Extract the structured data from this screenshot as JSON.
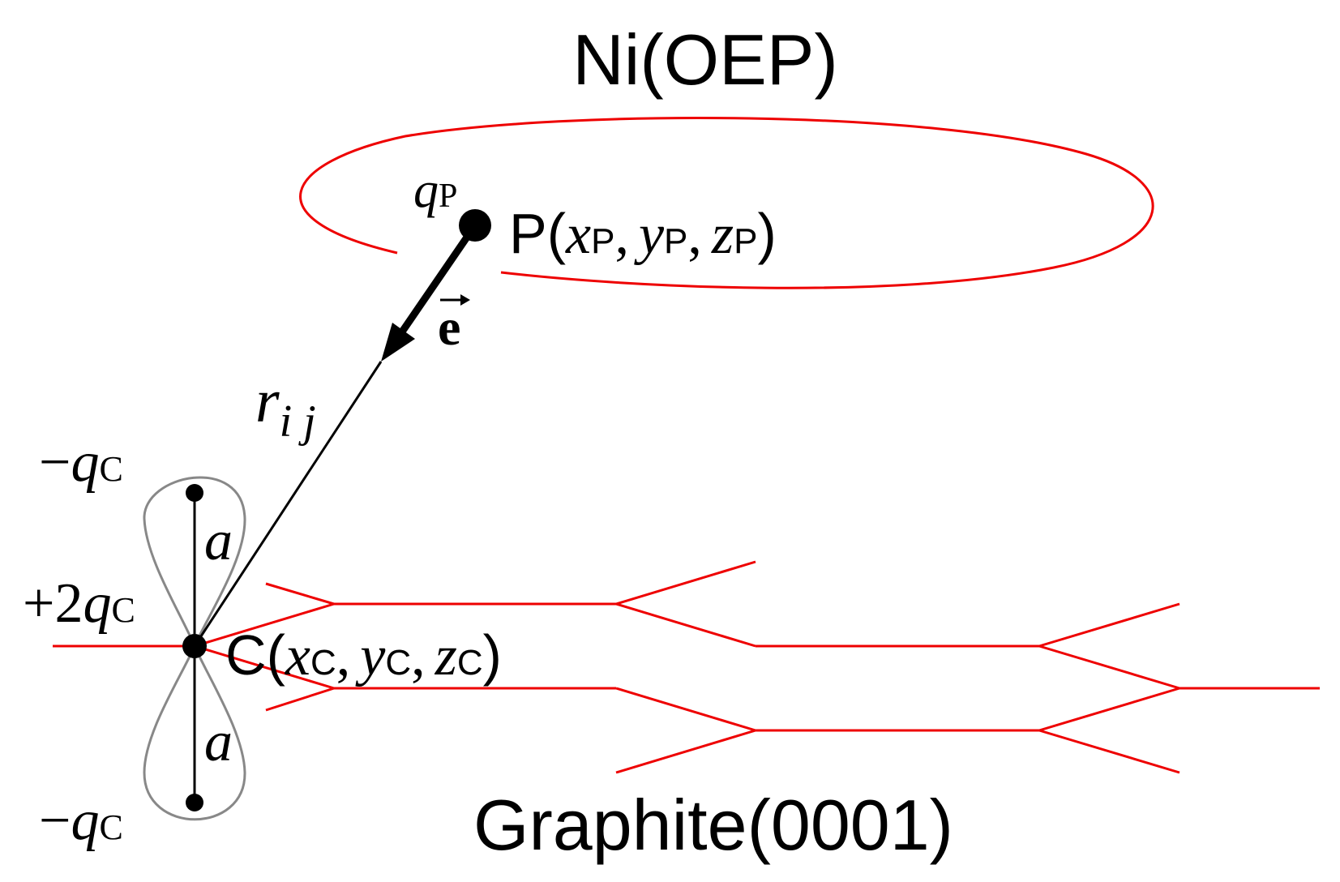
{
  "title_molecule": "Ni(OEP)",
  "title_surface": "Graphite(0001)",
  "colors": {
    "molecule_outline": "#ee0000",
    "graphite_lines": "#ee0000",
    "orbital_outline": "#888888",
    "ink": "#000000"
  },
  "labels": {
    "q_p": {
      "var": "q",
      "sub": "P"
    },
    "point_p": {
      "name": "P",
      "open": "(",
      "x": "x",
      "y": "y",
      "z": "z",
      "sub": "P",
      "comma": ",",
      "close": ")"
    },
    "unit_vector": "e",
    "distance": {
      "var": "r",
      "sub": "i j"
    },
    "charge_top": {
      "sign": "−",
      "var": "q",
      "sub": "C"
    },
    "charge_mid": {
      "sign": "+2",
      "var": "q",
      "sub": "C"
    },
    "charge_bottom": {
      "sign": "−",
      "var": "q",
      "sub": "C"
    },
    "separation_top": "a",
    "separation_bottom": "a",
    "point_c": {
      "name": "C",
      "open": "(",
      "x": "x",
      "y": "y",
      "z": "z",
      "sub": "C",
      "comma": ",",
      "close": ")"
    }
  }
}
